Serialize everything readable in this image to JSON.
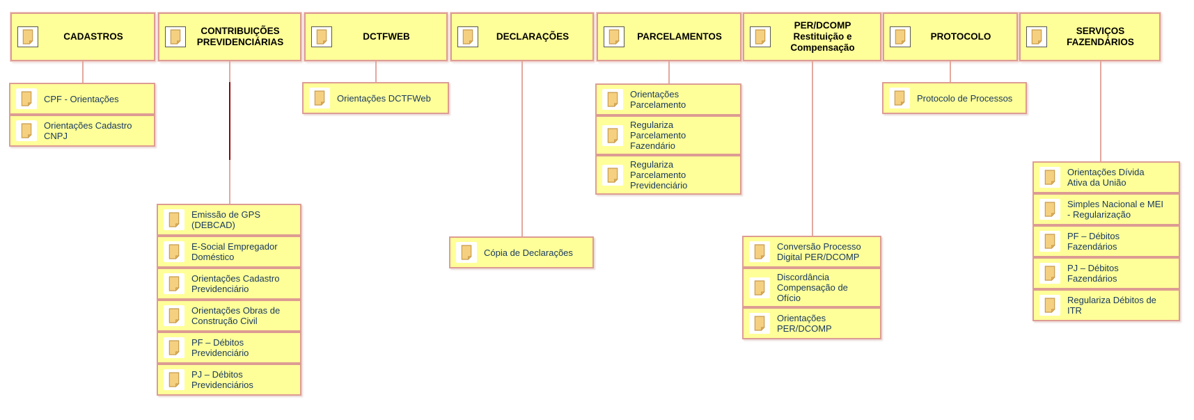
{
  "diagram": {
    "colors": {
      "node_fill": "#FFFF99",
      "node_border": "#DD9C93",
      "connector": "#E3A89D",
      "connector_highlight": "#8F0505",
      "header_text": "#000000",
      "item_text": "#17375E"
    },
    "groups": [
      {
        "title": "CADASTROS",
        "icon": "folder-icon",
        "items": [
          {
            "label": "CPF - Orientações",
            "icon": "folder-icon"
          },
          {
            "label": "Orientações Cadastro CNPJ",
            "icon": "folder-icon"
          }
        ]
      },
      {
        "title": "CONTRIBUIÇÕES PREVIDENCIÁRIAS",
        "icon": "folder-icon",
        "items": [
          {
            "label": "Emissão de GPS (DEBCAD)",
            "icon": "folder-icon"
          },
          {
            "label": "E-Social Empregador Doméstico",
            "icon": "folder-icon"
          },
          {
            "label": "Orientações Cadastro Previdenciário",
            "icon": "folder-icon"
          },
          {
            "label": "Orientações Obras de Construção Civil",
            "icon": "folder-icon"
          },
          {
            "label": "PF – Débitos Previdenciário",
            "icon": "folder-icon"
          },
          {
            "label": "PJ – Débitos Previdenciários",
            "icon": "folder-icon"
          }
        ]
      },
      {
        "title": "DCTFWEB",
        "icon": "folder-icon",
        "items": [
          {
            "label": "Orientações DCTFWeb",
            "icon": "folder-icon"
          }
        ]
      },
      {
        "title": "DECLARAÇÕES",
        "icon": "folder-icon",
        "items": [
          {
            "label": "Cópia de Declarações",
            "icon": "folder-icon"
          }
        ]
      },
      {
        "title": "PARCELAMENTOS",
        "icon": "folder-icon",
        "items": [
          {
            "label": "Orientações Parcelamento",
            "icon": "folder-icon"
          },
          {
            "label": "Regulariza Parcelamento Fazendário",
            "icon": "folder-icon"
          },
          {
            "label": "Regulariza Parcelamento Previdenciário",
            "icon": "folder-icon"
          }
        ]
      },
      {
        "title": "PER/DCOMP Restituição e Compensação",
        "icon": "folder-icon",
        "items": [
          {
            "label": "Conversão Processo Digital PER/DCOMP",
            "icon": "folder-icon"
          },
          {
            "label": "Discordância Compensação de Ofício",
            "icon": "folder-icon"
          },
          {
            "label": "Orientações PER/DCOMP",
            "icon": "folder-icon"
          }
        ]
      },
      {
        "title": "PROTOCOLO",
        "icon": "folder-icon",
        "items": [
          {
            "label": "Protocolo de Processos",
            "icon": "folder-icon"
          }
        ]
      },
      {
        "title": "SERVIÇOS FAZENDÁRIOS",
        "icon": "folder-icon",
        "items": [
          {
            "label": "Orientações Dívida Ativa da União",
            "icon": "folder-icon"
          },
          {
            "label": "Simples Nacional e MEI - Regularização",
            "icon": "folder-icon"
          },
          {
            "label": "PF – Débitos Fazendários",
            "icon": "folder-icon"
          },
          {
            "label": "PJ – Débitos Fazendários",
            "icon": "folder-icon"
          },
          {
            "label": "Regulariza Débitos de ITR",
            "icon": "folder-icon"
          }
        ]
      }
    ]
  }
}
